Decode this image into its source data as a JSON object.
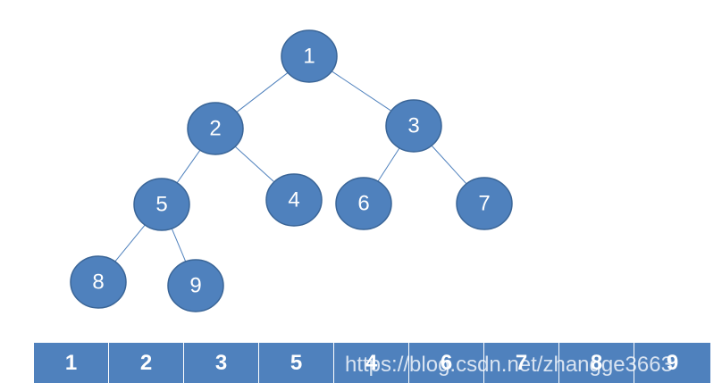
{
  "tree": {
    "nodes": [
      {
        "id": "1",
        "label": "1"
      },
      {
        "id": "2",
        "label": "2"
      },
      {
        "id": "3",
        "label": "3"
      },
      {
        "id": "5",
        "label": "5"
      },
      {
        "id": "4",
        "label": "4"
      },
      {
        "id": "6",
        "label": "6"
      },
      {
        "id": "7",
        "label": "7"
      },
      {
        "id": "8",
        "label": "8"
      },
      {
        "id": "9",
        "label": "9"
      }
    ],
    "edges": [
      [
        "1",
        "2"
      ],
      [
        "1",
        "3"
      ],
      [
        "2",
        "5"
      ],
      [
        "2",
        "4"
      ],
      [
        "3",
        "6"
      ],
      [
        "3",
        "7"
      ],
      [
        "5",
        "8"
      ],
      [
        "5",
        "9"
      ]
    ],
    "node_color": "#4f81bd"
  },
  "array": {
    "cells": [
      "1",
      "2",
      "3",
      "5",
      "4",
      "6",
      "7",
      "8",
      "9"
    ],
    "cell_color": "#4f81bd"
  },
  "watermark": "https://blog.csdn.net/zhangge3663"
}
